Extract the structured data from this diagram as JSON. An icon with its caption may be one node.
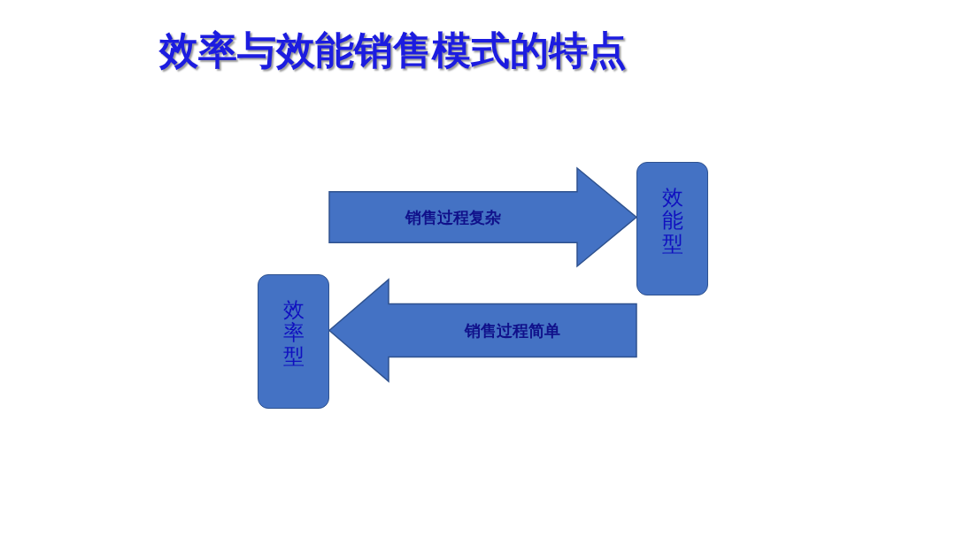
{
  "diagram": {
    "title": "效率与效能销售模式的特点",
    "nodes": [
      {
        "text": [
          "效能型"
        ]
      },
      {
        "text": [
          "效率型"
        ]
      }
    ],
    "edges": [
      {
        "from": 1,
        "to": 0,
        "arrow": "to",
        "label": "销售过程复杂",
        "style": "thick"
      },
      {
        "from": 0,
        "to": 1,
        "arrow": "to",
        "label": "销售过程简单",
        "style": "thick"
      }
    ]
  }
}
